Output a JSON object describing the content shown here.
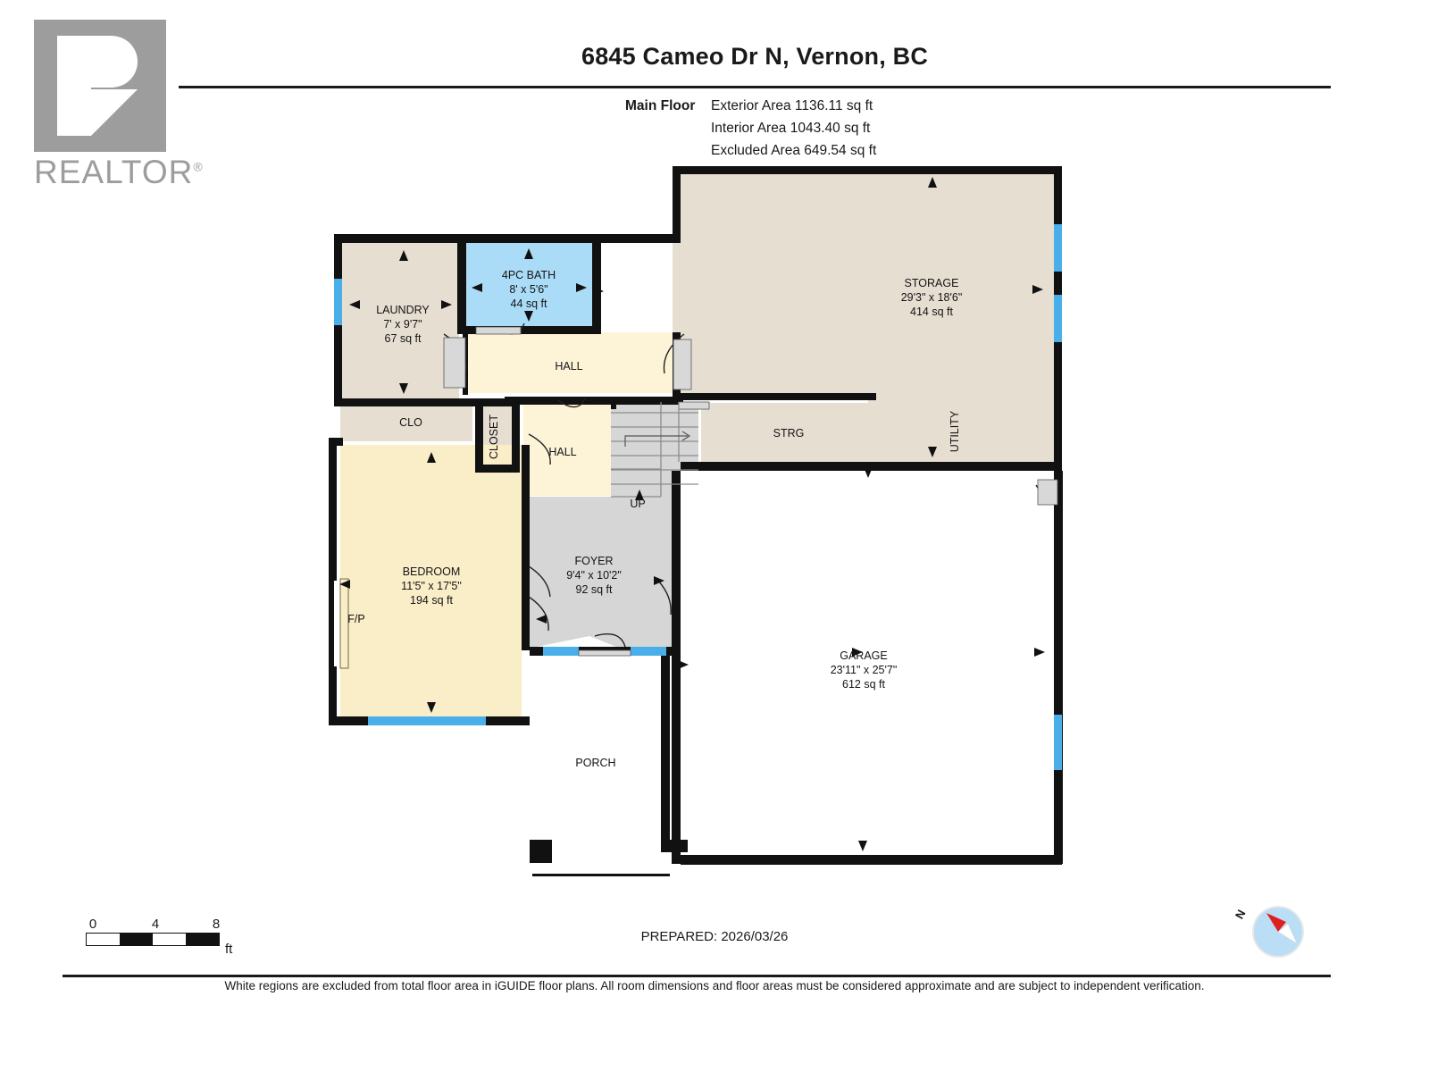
{
  "logo": {
    "wordmark": "REALTOR",
    "registered": "®",
    "alt": "realtor-logo"
  },
  "header": {
    "title": "6845 Cameo Dr N, Vernon, BC",
    "floor_label": "Main Floor",
    "exterior_area": "Exterior Area 1136.11 sq ft",
    "interior_area": "Interior Area 1043.40 sq ft",
    "excluded_area": "Excluded Area 649.54 sq ft"
  },
  "rooms": [
    {
      "id": "laundry",
      "name": "LAUNDRY",
      "dims": "7' x 9'7\"",
      "area": "67 sq ft",
      "fill": "#e7ded2"
    },
    {
      "id": "bath",
      "name": "4PC BATH",
      "dims": "8' x 5'6\"",
      "area": "44 sq ft",
      "fill": "#abdcf7"
    },
    {
      "id": "storage",
      "name": "STORAGE",
      "dims": "29'3\" x 18'6\"",
      "area": "414 sq ft",
      "fill": "#e7ded2"
    },
    {
      "id": "bedroom",
      "name": "BEDROOM",
      "dims": "11'5\" x 17'5\"",
      "area": "194 sq ft",
      "fill": "#faeec8"
    },
    {
      "id": "foyer",
      "name": "FOYER",
      "dims": "9'4\" x 10'2\"",
      "area": "92 sq ft",
      "fill": "#d6d6d6"
    },
    {
      "id": "garage",
      "name": "GARAGE",
      "dims": "23'11\" x 25'7\"",
      "area": "612 sq ft",
      "fill": "#ffffff"
    }
  ],
  "labels": {
    "hall_upper": "HALL",
    "hall_lower": "HALL",
    "clo": "CLO",
    "closet": "CLOSET",
    "strg": "STRG",
    "utility": "UTILITY",
    "porch": "PORCH",
    "up": "UP",
    "fp": "F/P"
  },
  "scale": {
    "t0": "0",
    "t1": "4",
    "t2": "8",
    "unit": "ft"
  },
  "compass": {
    "north": "N"
  },
  "footer": {
    "prepared": "PREPARED: 2026/03/26",
    "disclaimer": "White regions are excluded from total floor area in iGUIDE floor plans. All room dimensions and floor areas must be considered approximate and are subject to independent verification."
  },
  "colors": {
    "wall": "#111111",
    "beige": "#e7ded2",
    "bath_blue": "#abdcf7",
    "cream": "#fdf4d8",
    "bedroom": "#faeec8",
    "gray": "#d6d6d6",
    "window": "#4aaee8",
    "white": "#ffffff"
  }
}
